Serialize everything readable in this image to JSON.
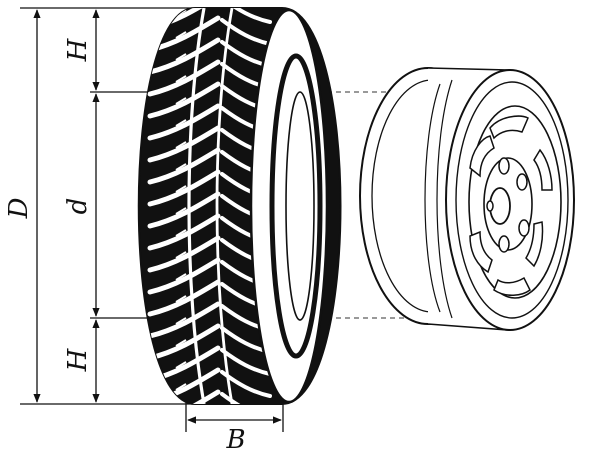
{
  "labels": {
    "D": "D",
    "d": "d",
    "H_top": "H",
    "H_bottom": "H",
    "B": "B"
  },
  "colors": {
    "ink": "#111111",
    "paper": "#ffffff",
    "line": "#222222"
  }
}
